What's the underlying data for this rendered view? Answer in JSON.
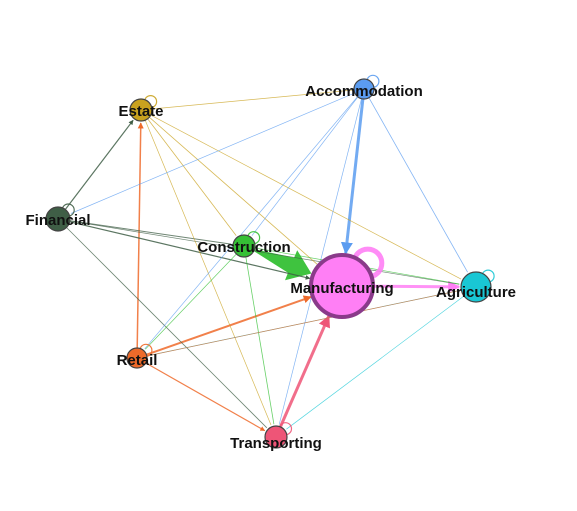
{
  "nodes": [
    {
      "id": "estate",
      "label": "Estate",
      "color": "#c9a21f"
    },
    {
      "id": "accommodation",
      "label": "Accommodation",
      "color": "#5b9cf0"
    },
    {
      "id": "financial",
      "label": "Financial",
      "color": "#3f5e46"
    },
    {
      "id": "construction",
      "label": "Construction",
      "color": "#35c035"
    },
    {
      "id": "manufacturing",
      "label": "Manufacturing",
      "color": "#ff7ff5"
    },
    {
      "id": "agriculture",
      "label": "Agriculture",
      "color": "#19c7d4"
    },
    {
      "id": "retail",
      "label": "Retail",
      "color": "#ee6a2a"
    },
    {
      "id": "transporting",
      "label": "Transporting",
      "color": "#ee5577"
    }
  ],
  "edges": [
    {
      "from": "construction",
      "to": "manufacturing",
      "weight": 9
    },
    {
      "from": "accommodation",
      "to": "manufacturing",
      "weight": 3
    },
    {
      "from": "manufacturing",
      "to": "agriculture",
      "weight": 3
    },
    {
      "from": "transporting",
      "to": "manufacturing",
      "weight": 3
    },
    {
      "from": "retail",
      "to": "manufacturing",
      "weight": 2
    },
    {
      "from": "retail",
      "to": "estate",
      "weight": 1.5
    },
    {
      "from": "retail",
      "to": "transporting",
      "weight": 1.2
    },
    {
      "from": "financial",
      "to": "estate",
      "weight": 1.2
    },
    {
      "from": "financial",
      "to": "manufacturing",
      "weight": 1.2
    },
    {
      "from": "financial",
      "to": "construction",
      "weight": 1
    },
    {
      "from": "financial",
      "to": "transporting",
      "weight": 0.8
    },
    {
      "from": "financial",
      "to": "agriculture",
      "weight": 0.6
    },
    {
      "from": "estate",
      "to": "accommodation",
      "weight": 0.6
    },
    {
      "from": "estate",
      "to": "construction",
      "weight": 0.8
    },
    {
      "from": "estate",
      "to": "manufacturing",
      "weight": 0.8
    },
    {
      "from": "estate",
      "to": "agriculture",
      "weight": 0.6
    },
    {
      "from": "estate",
      "to": "transporting",
      "weight": 0.6
    },
    {
      "from": "accommodation",
      "to": "agriculture",
      "weight": 0.8
    },
    {
      "from": "accommodation",
      "to": "retail",
      "weight": 0.6
    },
    {
      "from": "accommodation",
      "to": "construction",
      "weight": 0.6
    },
    {
      "from": "accommodation",
      "to": "transporting",
      "weight": 0.6
    },
    {
      "from": "accommodation",
      "to": "financial",
      "weight": 0.6
    },
    {
      "from": "construction",
      "to": "transporting",
      "weight": 0.8
    },
    {
      "from": "construction",
      "to": "retail",
      "weight": 0.6
    },
    {
      "from": "construction",
      "to": "agriculture",
      "weight": 0.6
    },
    {
      "from": "agriculture",
      "to": "retail",
      "weight": 0.6
    },
    {
      "from": "agriculture",
      "to": "transporting",
      "weight": 0.6
    },
    {
      "from": "retail",
      "to": "agriculture",
      "weight": 0.6
    }
  ],
  "self_loops": [
    "estate",
    "accommodation",
    "financial",
    "construction",
    "manufacturing",
    "agriculture",
    "retail",
    "transporting"
  ]
}
